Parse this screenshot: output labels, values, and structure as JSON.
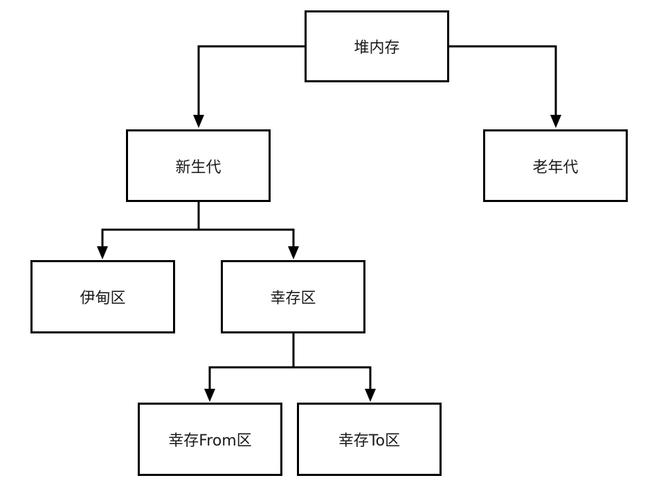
{
  "diagram": {
    "nodes": {
      "heap": "堆内存",
      "young": "新生代",
      "old": "老年代",
      "eden": "伊甸区",
      "survivor": "幸存区",
      "survivor_from": "幸存From区",
      "survivor_to": "幸存To区"
    },
    "edges": [
      {
        "from": "heap",
        "to": "young"
      },
      {
        "from": "heap",
        "to": "old"
      },
      {
        "from": "young",
        "to": "eden"
      },
      {
        "from": "young",
        "to": "survivor"
      },
      {
        "from": "survivor",
        "to": "survivor_from"
      },
      {
        "from": "survivor",
        "to": "survivor_to"
      }
    ],
    "colors": {
      "line": "#000000",
      "box_border": "#000000",
      "box_fill": "#ffffff",
      "text": "#1a1a1a"
    }
  }
}
